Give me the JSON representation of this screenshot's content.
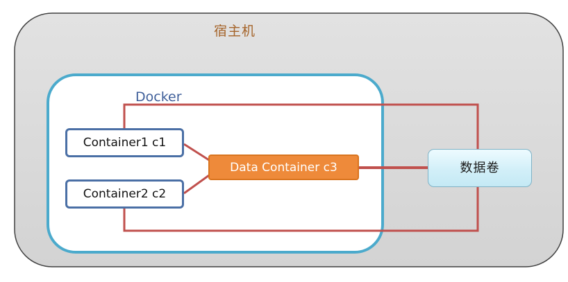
{
  "host": {
    "label": "宿主机"
  },
  "docker": {
    "label": "Docker"
  },
  "nodes": {
    "container1": "Container1 c1",
    "container2": "Container2 c2",
    "data_container": "Data Container c3",
    "volume": "数据卷"
  },
  "colors": {
    "host_fill": "#d9d9d9",
    "host_border": "#404040",
    "host_label": "#a5642a",
    "docker_border": "#4baacc",
    "docker_label": "#3f5f9a",
    "container_border": "#4a6fa5",
    "data_container_fill": "#ee8a3a",
    "connector": "#c0504d",
    "volume_fill": "#d2eff8"
  }
}
